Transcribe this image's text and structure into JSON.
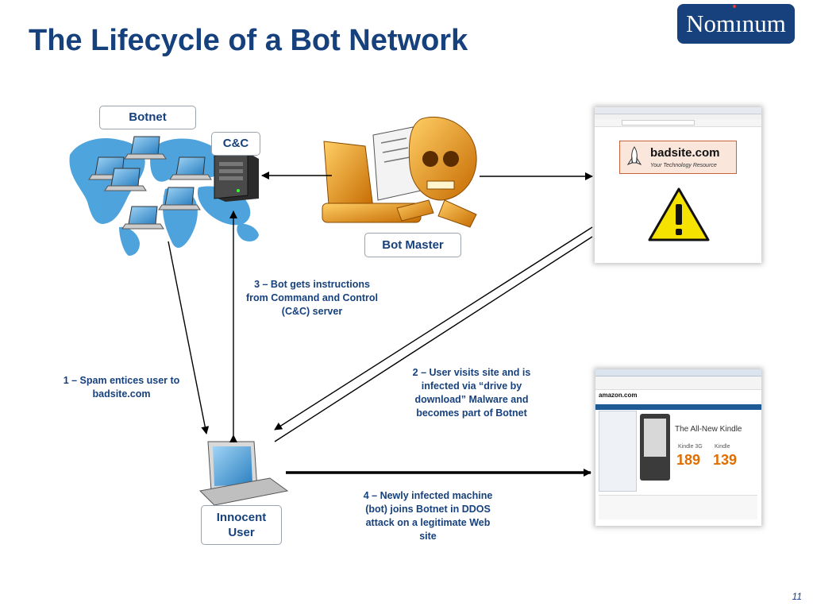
{
  "title": "The Lifecycle of a Bot Network",
  "logo": "Nomınum",
  "page_number": "11",
  "labels": {
    "botnet": "Botnet",
    "cc": "C&C",
    "bot_master": "Bot Master",
    "innocent_user": "Innocent User"
  },
  "steps": {
    "step1": "1 – Spam entices user to badsite.com",
    "step2": "2 – User visits site and is infected via “drive by download” Malware and becomes part of Botnet",
    "step3": "3 – Bot gets instructions from Command and Control (C&C) server",
    "step4": "4 – Newly infected machine (bot) joins Botnet in DDOS attack on a legitimate Web site"
  },
  "badsite": {
    "name": "badsite.com",
    "tagline": "Your Technology Resource"
  },
  "amazon": {
    "logo": "amazon.com",
    "headline": "The All-New Kindle",
    "price1_label": "Kindle 3G",
    "price1": "189",
    "price2_label": "Kindle",
    "price2": "139"
  },
  "colors": {
    "accent": "#17417c",
    "warning": "#f5e200"
  }
}
